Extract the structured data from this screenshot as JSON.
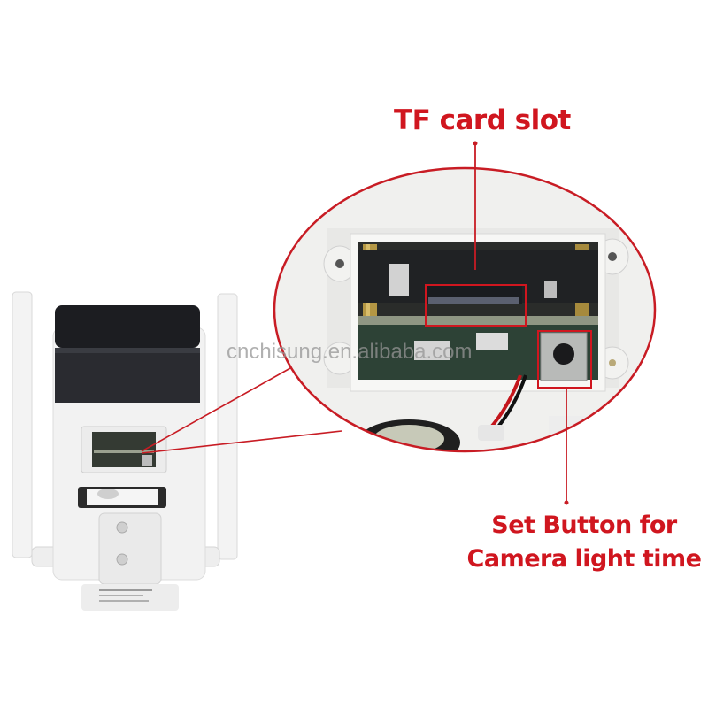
{
  "annotations": {
    "tf_card_slot": "TF card slot",
    "set_button_line1": "Set Button for",
    "set_button_line2": "Camera light time"
  },
  "watermark": "cnchisung.en.alibaba.com",
  "colors": {
    "annotation_red": "#d0161f",
    "camera_body": "#f2f2f2",
    "camera_top": "#1c1d21"
  }
}
